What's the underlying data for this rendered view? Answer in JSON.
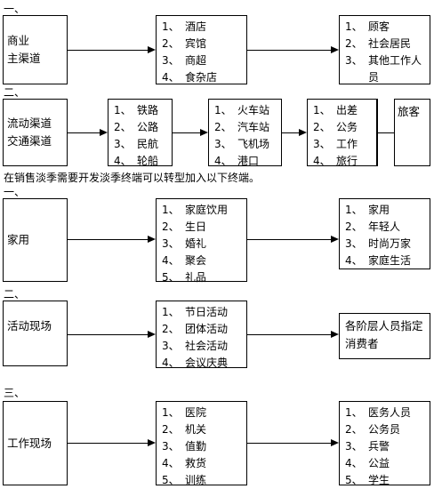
{
  "sections": [
    {
      "label": "一、",
      "source": [
        "商业",
        "主渠道"
      ],
      "lists": [
        [
          {
            "n": "1、",
            "t": "酒店"
          },
          {
            "n": "2、",
            "t": "宾馆"
          },
          {
            "n": "3、",
            "t": "商超"
          },
          {
            "n": "4、",
            "t": "食杂店"
          }
        ],
        [
          {
            "n": "1、",
            "t": "顾客"
          },
          {
            "n": "2、",
            "t": "社会居民"
          },
          {
            "n": "3、",
            "t": "其他工作人"
          },
          {
            "n": "",
            "t": "员"
          }
        ]
      ]
    },
    {
      "label": "二、",
      "source": [
        "流动渠道",
        "交通渠道"
      ],
      "lists": [
        [
          {
            "n": "1、",
            "t": "铁路"
          },
          {
            "n": "2、",
            "t": "公路"
          },
          {
            "n": "3、",
            "t": "民航"
          },
          {
            "n": "4、",
            "t": "轮船"
          }
        ],
        [
          {
            "n": "1、",
            "t": "火车站"
          },
          {
            "n": "2、",
            "t": "汽车站"
          },
          {
            "n": "3、",
            "t": "飞机场"
          },
          {
            "n": "4、",
            "t": "港口"
          }
        ],
        [
          {
            "n": "1、",
            "t": "出差"
          },
          {
            "n": "2、",
            "t": "公务"
          },
          {
            "n": "3、",
            "t": "工作"
          },
          {
            "n": "4、",
            "t": "旅行"
          }
        ]
      ],
      "end": "旅客"
    },
    {
      "label": "一、",
      "source": [
        "家用"
      ],
      "lists": [
        [
          {
            "n": "1、",
            "t": "家庭饮用"
          },
          {
            "n": "2、",
            "t": "生日"
          },
          {
            "n": "3、",
            "t": "婚礼"
          },
          {
            "n": "4、",
            "t": "聚会"
          },
          {
            "n": "5、",
            "t": "礼品"
          }
        ],
        [
          {
            "n": "1、",
            "t": "家用"
          },
          {
            "n": "2、",
            "t": "年轻人"
          },
          {
            "n": "3、",
            "t": "时尚万家"
          },
          {
            "n": "4、",
            "t": "家庭生活"
          }
        ]
      ]
    },
    {
      "label": "二、",
      "source": [
        "活动现场"
      ],
      "lists": [
        [
          {
            "n": "1、",
            "t": "节日活动"
          },
          {
            "n": "2、",
            "t": "团体活动"
          },
          {
            "n": "3、",
            "t": "社会活动"
          },
          {
            "n": "4、",
            "t": "会议庆典"
          }
        ]
      ],
      "end": "各阶层人员指定消费者"
    },
    {
      "label": "三、",
      "source": [
        "工作现场"
      ],
      "lists": [
        [
          {
            "n": "1、",
            "t": "医院"
          },
          {
            "n": "2、",
            "t": "机关"
          },
          {
            "n": "3、",
            "t": "值勤"
          },
          {
            "n": "4、",
            "t": "救货"
          },
          {
            "n": "5、",
            "t": "训练"
          }
        ],
        [
          {
            "n": "1、",
            "t": "医务人员"
          },
          {
            "n": "2、",
            "t": "公务员"
          },
          {
            "n": "3、",
            "t": "兵警"
          },
          {
            "n": "4、",
            "t": "公益"
          },
          {
            "n": "5、",
            "t": "学生"
          }
        ]
      ]
    }
  ],
  "note": "在销售淡季需要开发淡季终端可以转型加入以下终端。"
}
